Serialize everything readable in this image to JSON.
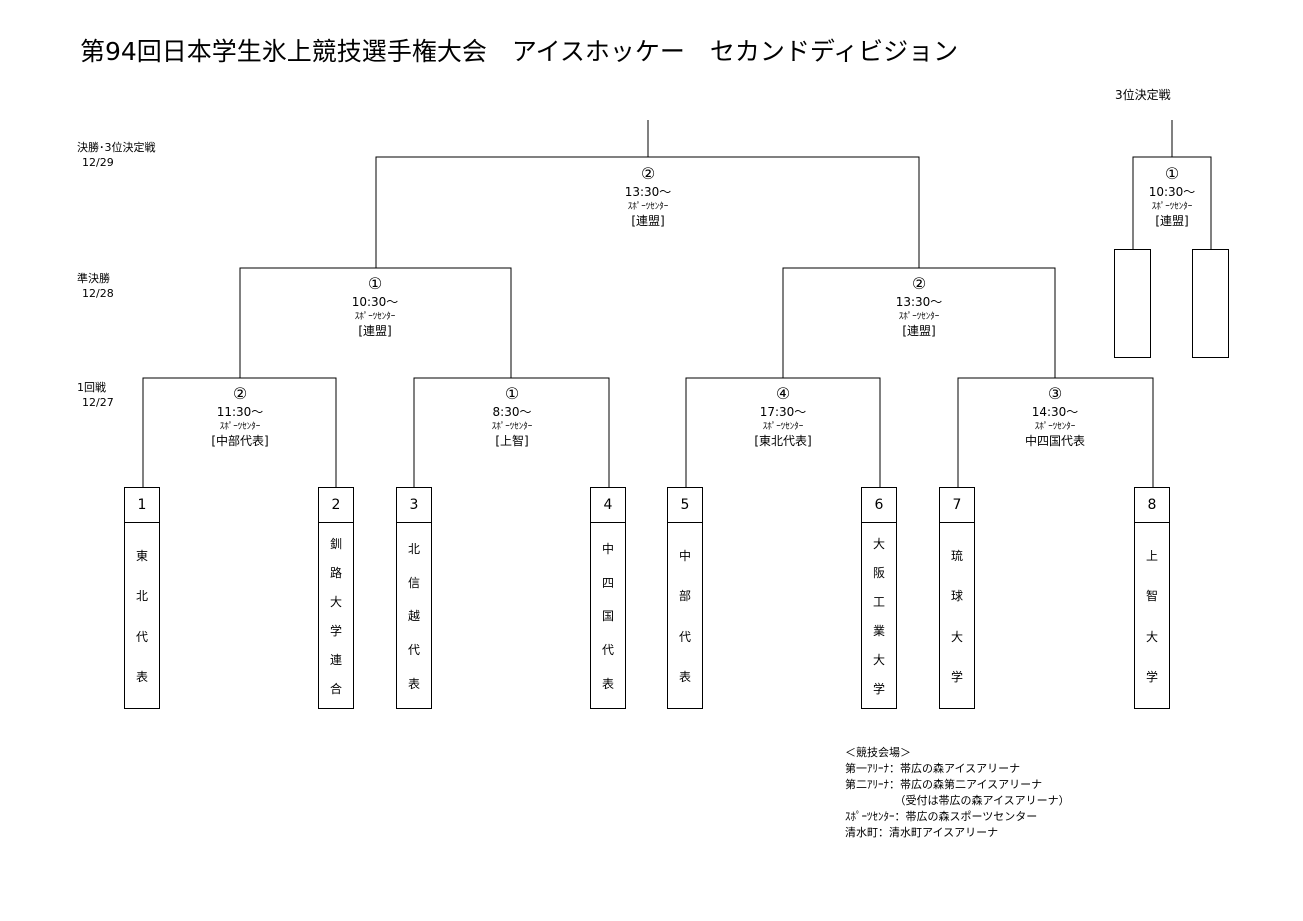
{
  "title": "第94回日本学生氷上競技選手権大会　アイスホッケー　セカンドディビジョン",
  "rounds": {
    "final": {
      "label": "決勝･3位決定戦",
      "date": "12/29"
    },
    "semi": {
      "label": "準決勝",
      "date": "12/28"
    },
    "first": {
      "label": "1回戦",
      "date": "12/27"
    }
  },
  "third_place_label": "3位決定戦",
  "games": {
    "final": {
      "no": "②",
      "time": "13:30〜",
      "venue": "ｽﾎﾟｰﾂｾﾝﾀｰ",
      "official": "[連盟]"
    },
    "third": {
      "no": "①",
      "time": "10:30〜",
      "venue": "ｽﾎﾟｰﾂｾﾝﾀｰ",
      "official": "[連盟]"
    },
    "semi_left": {
      "no": "①",
      "time": "10:30〜",
      "venue": "ｽﾎﾟｰﾂｾﾝﾀｰ",
      "official": "[連盟]"
    },
    "semi_right": {
      "no": "②",
      "time": "13:30〜",
      "venue": "ｽﾎﾟｰﾂｾﾝﾀｰ",
      "official": "[連盟]"
    },
    "r1_a": {
      "no": "②",
      "time": "11:30〜",
      "venue": "ｽﾎﾟｰﾂｾﾝﾀｰ",
      "official": "[中部代表]"
    },
    "r1_b": {
      "no": "①",
      "time": "8:30〜",
      "venue": "ｽﾎﾟｰﾂｾﾝﾀｰ",
      "official": "[上智]"
    },
    "r1_c": {
      "no": "④",
      "time": "17:30〜",
      "venue": "ｽﾎﾟｰﾂｾﾝﾀｰ",
      "official": "[東北代表]"
    },
    "r1_d": {
      "no": "③",
      "time": "14:30〜",
      "venue": "ｽﾎﾟｰﾂｾﾝﾀｰ",
      "official": "中四国代表"
    }
  },
  "teams": [
    {
      "seed": "1",
      "name": [
        "東",
        "北",
        "代",
        "表"
      ]
    },
    {
      "seed": "2",
      "name": [
        "釧",
        "路",
        "大",
        "学",
        "連",
        "合"
      ]
    },
    {
      "seed": "3",
      "name": [
        "北",
        "信",
        "越",
        "代",
        "表"
      ]
    },
    {
      "seed": "4",
      "name": [
        "中",
        "四",
        "国",
        "代",
        "表"
      ]
    },
    {
      "seed": "5",
      "name": [
        "中",
        "部",
        "代",
        "表"
      ]
    },
    {
      "seed": "6",
      "name": [
        "大",
        "阪",
        "工",
        "業",
        "大",
        "学"
      ]
    },
    {
      "seed": "7",
      "name": [
        "琉",
        "球",
        "大",
        "学"
      ]
    },
    {
      "seed": "8",
      "name": [
        "上",
        "智",
        "大",
        "学"
      ]
    }
  ],
  "venues": {
    "heading": "＜競技会場＞",
    "lines": [
      "第一ｱﾘｰﾅ：帯広の森アイスアリーナ",
      "第二ｱﾘｰﾅ：帯広の森第二アイスアリーナ",
      "　　　　　（受付は帯広の森アイスアリーナ）",
      "ｽﾎﾟｰﾂｾﾝﾀｰ：帯広の森スポーツセンター",
      "清水町：清水町アイスアリーナ"
    ]
  }
}
